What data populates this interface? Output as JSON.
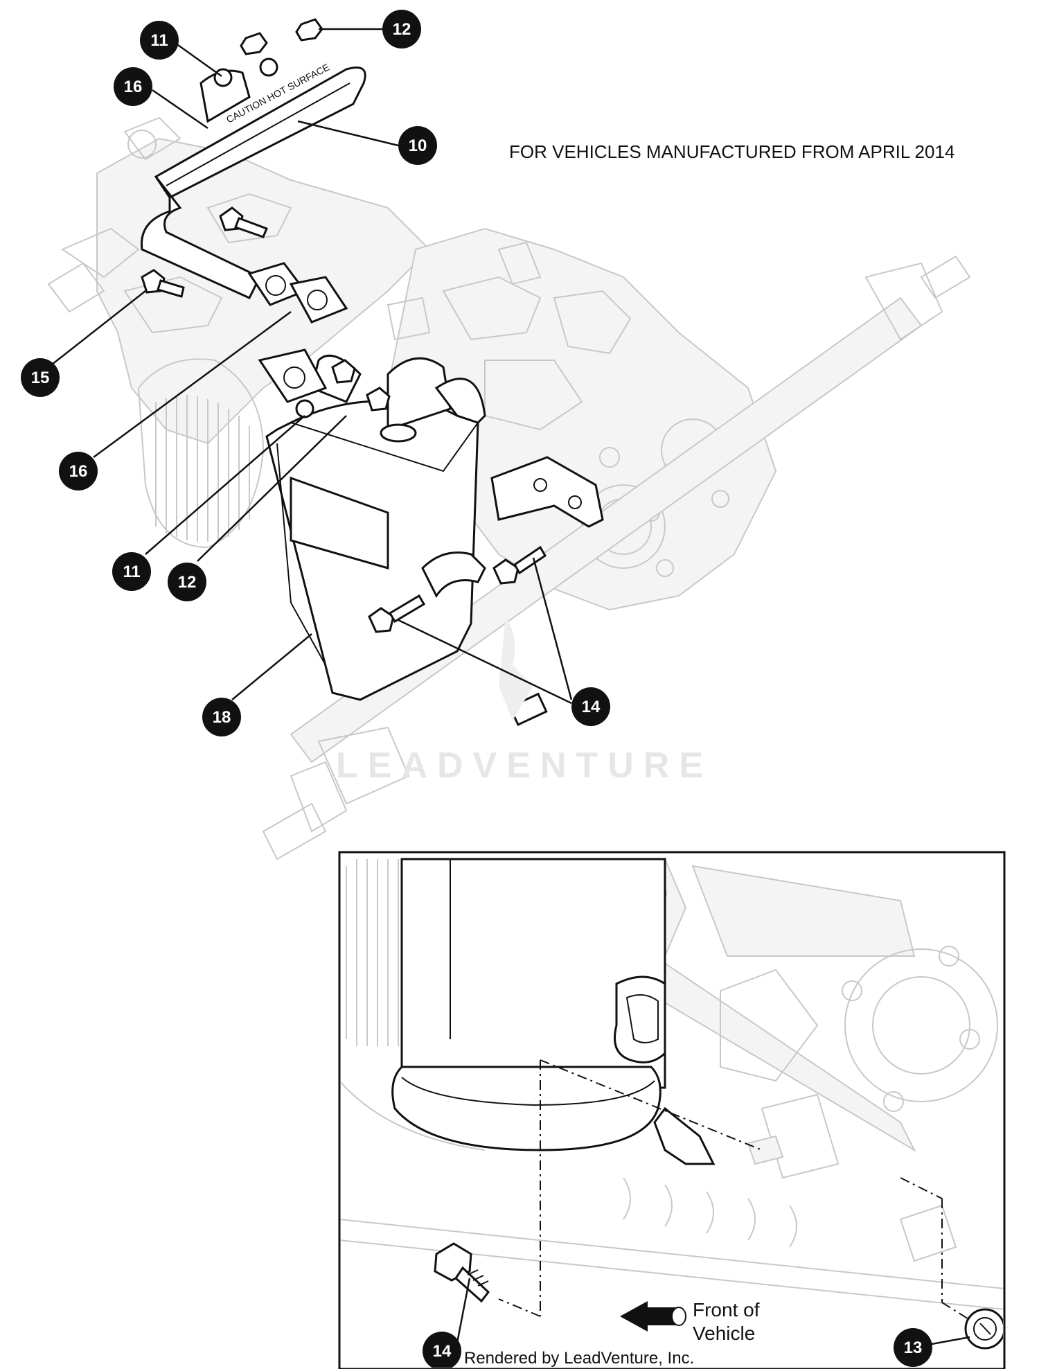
{
  "note": "FOR VEHICLES MANUFACTURED FROM APRIL 2014",
  "callouts": [
    {
      "id": "c11a",
      "label": "11"
    },
    {
      "id": "c12a",
      "label": "12"
    },
    {
      "id": "c16a",
      "label": "16"
    },
    {
      "id": "c10",
      "label": "10"
    },
    {
      "id": "c15",
      "label": "15"
    },
    {
      "id": "c16b",
      "label": "16"
    },
    {
      "id": "c11b",
      "label": "11"
    },
    {
      "id": "c12b",
      "label": "12"
    },
    {
      "id": "c18",
      "label": "18"
    },
    {
      "id": "c14a",
      "label": "14"
    },
    {
      "id": "c14b",
      "label": "14"
    },
    {
      "id": "c13",
      "label": "13"
    }
  ],
  "watermark": "LEADVENTURE",
  "inset": {
    "front_label_line1": "Front of",
    "front_label_line2": "Vehicle",
    "front_icon": "arrow-left-icon",
    "credit": "Rendered by LeadVenture, Inc."
  }
}
